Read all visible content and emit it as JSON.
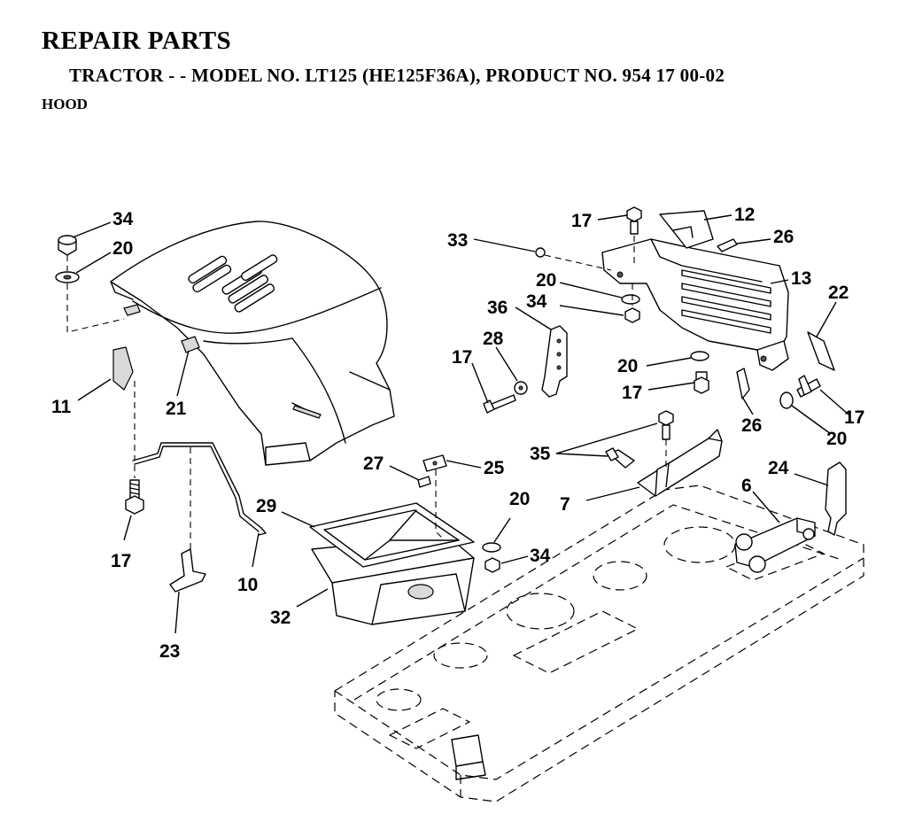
{
  "header": {
    "title": "REPAIR PARTS",
    "subtitle": "TRACTOR - - MODEL NO. LT125 (HE125F36A),  PRODUCT NO. 954 17 00-02",
    "section": "HOOD"
  },
  "callouts": {
    "p6": "6",
    "p7": "7",
    "p10": "10",
    "p11": "11",
    "p12": "12",
    "p13": "13",
    "p17a": "17",
    "p17b": "17",
    "p17c": "17",
    "p17d": "17",
    "p17e": "17",
    "p20a": "20",
    "p20b": "20",
    "p20c": "20",
    "p20d": "20",
    "p20e": "20",
    "p21": "21",
    "p22": "22",
    "p23": "23",
    "p24": "24",
    "p25": "25",
    "p26a": "26",
    "p26b": "26",
    "p27": "27",
    "p28": "28",
    "p29": "29",
    "p32": "32",
    "p33": "33",
    "p34a": "34",
    "p34b": "34",
    "p34c": "34",
    "p35": "35",
    "p36": "36"
  }
}
